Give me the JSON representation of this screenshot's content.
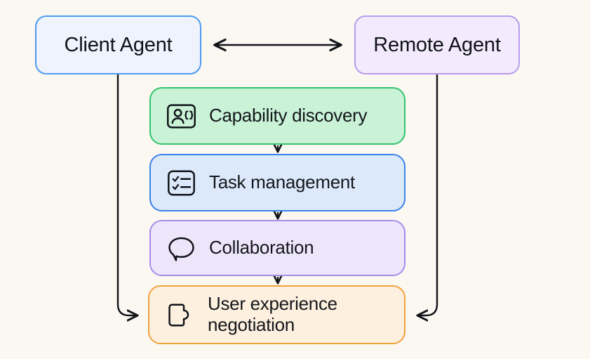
{
  "theme": {
    "background": "#FBF8F2",
    "stroke": "#101318",
    "text": "#14171C"
  },
  "agents": {
    "client": {
      "label": "Client Agent",
      "fill": "#EEF3FD",
      "border": "#4E9BF0"
    },
    "remote": {
      "label": "Remote Agent",
      "fill": "#F3EBFD",
      "border": "#B79CEC"
    },
    "link": {
      "name": "bidirectional-arrow",
      "direction": "both"
    }
  },
  "capabilities": [
    {
      "label": "Capability discovery",
      "icon": "capability-card-icon",
      "fill": "#C9F2D7",
      "border": "#34C36C"
    },
    {
      "label": "Task management",
      "icon": "checklist-icon",
      "fill": "#DCE9FB",
      "border": "#3B82E8"
    },
    {
      "label": "Collaboration",
      "icon": "speech-bubble-icon",
      "fill": "#EDE6FB",
      "border": "#A78BE8"
    },
    {
      "label": "User experience negotiation",
      "label_line1": "User experience",
      "label_line2": "negotiation",
      "icon": "puzzle-piece-icon",
      "fill": "#FDF0DF",
      "border": "#F0A33C"
    }
  ],
  "connectors": [
    {
      "name": "flow-arrow-discovery-to-task",
      "direction": "down"
    },
    {
      "name": "flow-arrow-task-to-collaboration",
      "direction": "down"
    },
    {
      "name": "flow-arrow-collaboration-to-ux",
      "direction": "down"
    },
    {
      "name": "client-to-ux-connector",
      "direction": "right"
    },
    {
      "name": "remote-to-ux-connector",
      "direction": "left"
    }
  ]
}
